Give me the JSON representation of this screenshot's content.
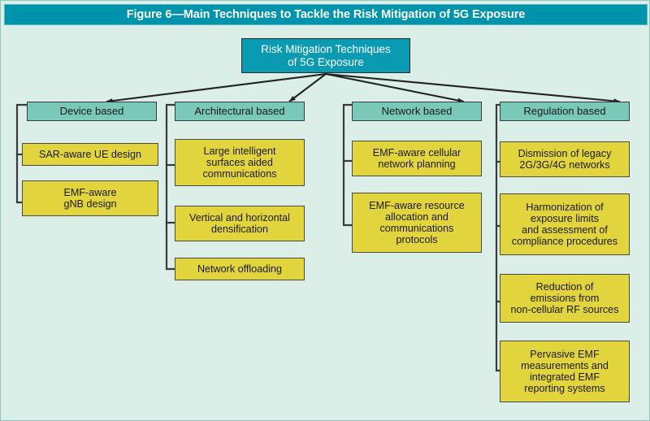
{
  "figure": {
    "title": "Figure 6—Main Techniques to Tackle the Risk Mitigation of 5G Exposure",
    "colors": {
      "title_bar": "#0094ac",
      "title_text": "#ffffff",
      "canvas_background": "#dceee8",
      "root_node": "#0a9bb2",
      "category_node": "#79c8b8",
      "leaf_node": "#e2d43c",
      "connector": "#222222"
    }
  },
  "root": {
    "label": "Risk Mitigation Techniques of 5G Exposure",
    "line1": "Risk Mitigation Techniques",
    "line2": "of 5G Exposure"
  },
  "branches": [
    {
      "id": "device-based",
      "header": "Device based",
      "items": [
        {
          "id": "sar-aware-ue-design",
          "label": "SAR-aware UE design",
          "lines": [
            "SAR-aware UE design"
          ]
        },
        {
          "id": "emf-aware-gnb-design",
          "label": "EMF-aware gNB design",
          "lines": [
            "EMF-aware",
            "gNB design"
          ]
        }
      ]
    },
    {
      "id": "architectural-based",
      "header": "Architectural based",
      "items": [
        {
          "id": "large-intelligent-surfaces",
          "label": "Large intelligent surfaces aided communications",
          "lines": [
            "Large intelligent",
            "surfaces aided",
            "communications"
          ]
        },
        {
          "id": "vertical-horizontal-densification",
          "label": "Vertical and horizontal densification",
          "lines": [
            "Vertical and horizontal",
            "densification"
          ]
        },
        {
          "id": "network-offloading",
          "label": "Network offloading",
          "lines": [
            "Network offloading"
          ]
        }
      ]
    },
    {
      "id": "network-based",
      "header": "Network based",
      "items": [
        {
          "id": "emf-aware-cellular-network-planning",
          "label": "EMF-aware cellular network planning",
          "lines": [
            "EMF-aware cellular",
            "network planning"
          ]
        },
        {
          "id": "emf-aware-resource-allocation",
          "label": "EMF-aware resource allocation and communications protocols",
          "lines": [
            "EMF-aware resource",
            "allocation and",
            "communications",
            "protocols"
          ]
        }
      ]
    },
    {
      "id": "regulation-based",
      "header": "Regulation based",
      "items": [
        {
          "id": "dismission-of-legacy-networks",
          "label": "Dismission of legacy 2G/3G/4G networks",
          "lines": [
            "Dismission of legacy",
            "2G/3G/4G networks"
          ]
        },
        {
          "id": "harmonization-of-exposure-limits",
          "label": "Harmonization of exposure limits and assessment of compliance procedures",
          "lines": [
            "Harmonization of",
            "exposure limits",
            "and assessment of",
            "compliance procedures"
          ]
        },
        {
          "id": "reduction-of-emissions",
          "label": "Reduction of emissions from non-cellular RF sources",
          "lines": [
            "Reduction of",
            "emissions from",
            "non-cellular RF sources"
          ]
        },
        {
          "id": "pervasive-emf-measurements",
          "label": "Pervasive EMF measurements and integrated EMF reporting systems",
          "lines": [
            "Pervasive EMF",
            "measurements and",
            "integrated EMF",
            "reporting systems"
          ]
        }
      ]
    }
  ]
}
